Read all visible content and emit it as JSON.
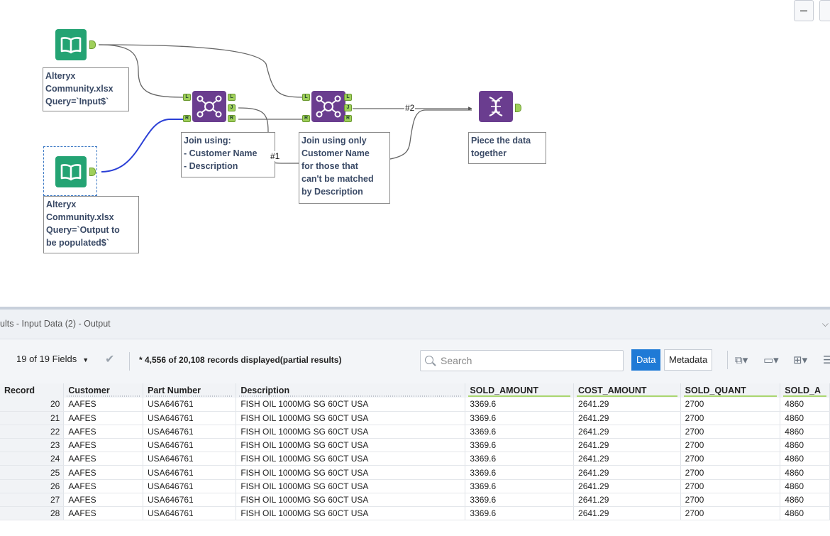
{
  "window": {
    "minimize_label": "–"
  },
  "canvas": {
    "input1": {
      "annotation": "Alteryx\nCommunity.xlsx\nQuery=`Input$`"
    },
    "input2": {
      "annotation": "Alteryx\nCommunity.xlsx\nQuery=`Output to\nbe populated$`"
    },
    "join1": {
      "annotation": "Join using:\n- Customer Name\n- Description"
    },
    "join2": {
      "annotation": "Join using only\nCustomer Name\nfor those that\ncan't be matched\nby Description"
    },
    "union": {
      "annotation": "Piece the data\ntogether"
    },
    "anchors": {
      "left": "L",
      "right": "R",
      "join": "J"
    },
    "connection_labels": {
      "c1": "#1",
      "c2": "#2"
    }
  },
  "results": {
    "title": "ults - Input Data (2) - Output",
    "fields_label": "19 of 19 Fields",
    "records_label": "* 4,556 of 20,108 records displayed(partial results)",
    "search_placeholder": "Search",
    "data_tab": "Data",
    "metadata_tab": "Metadata",
    "columns": [
      "Record",
      "Customer",
      "Part Number",
      "Description",
      "SOLD_AMOUNT",
      "COST_AMOUNT",
      "SOLD_QUANT",
      "SOLD_A"
    ],
    "rows": [
      [
        "20",
        "AAFES",
        "USA646761",
        "FISH OIL 1000MG SG 60CT USA",
        "3369.6",
        "2641.29",
        "2700",
        "4860"
      ],
      [
        "21",
        "AAFES",
        "USA646761",
        "FISH OIL 1000MG SG 60CT USA",
        "3369.6",
        "2641.29",
        "2700",
        "4860"
      ],
      [
        "22",
        "AAFES",
        "USA646761",
        "FISH OIL 1000MG SG 60CT USA",
        "3369.6",
        "2641.29",
        "2700",
        "4860"
      ],
      [
        "23",
        "AAFES",
        "USA646761",
        "FISH OIL 1000MG SG 60CT USA",
        "3369.6",
        "2641.29",
        "2700",
        "4860"
      ],
      [
        "24",
        "AAFES",
        "USA646761",
        "FISH OIL 1000MG SG 60CT USA",
        "3369.6",
        "2641.29",
        "2700",
        "4860"
      ],
      [
        "25",
        "AAFES",
        "USA646761",
        "FISH OIL 1000MG SG 60CT USA",
        "3369.6",
        "2641.29",
        "2700",
        "4860"
      ],
      [
        "26",
        "AAFES",
        "USA646761",
        "FISH OIL 1000MG SG 60CT USA",
        "3369.6",
        "2641.29",
        "2700",
        "4860"
      ],
      [
        "27",
        "AAFES",
        "USA646761",
        "FISH OIL 1000MG SG 60CT USA",
        "3369.6",
        "2641.29",
        "2700",
        "4860"
      ],
      [
        "28",
        "AAFES",
        "USA646761",
        "FISH OIL 1000MG SG 60CT USA",
        "3369.6",
        "2641.29",
        "2700",
        "4860"
      ]
    ]
  },
  "colors": {
    "accent": "#1f7ad6",
    "input_tool": "#24a373",
    "join_tool": "#6a3d8f",
    "anchor": "#9fcf5a"
  }
}
